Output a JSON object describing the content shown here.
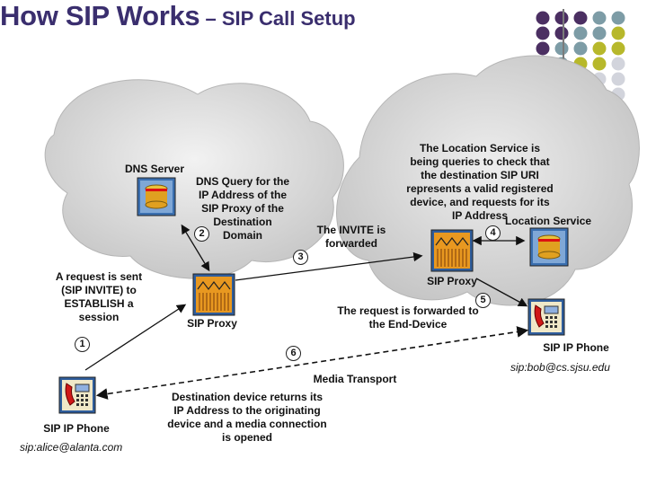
{
  "title": {
    "main": "How SIP Works",
    "sub": " – SIP Call Setup"
  },
  "labels": {
    "dns_server": "DNS Server",
    "dns_query": "DNS Query for the IP Address of the SIP Proxy of the Destination Domain",
    "location_desc": "The Location Service is being queries to check that the destination SIP URI represents a valid registered device, and requests for its IP Address",
    "location_service": "Location Service",
    "invite_forwarded": "The INVITE is forwarded",
    "request_sent": "A request is sent (SIP INVITE) to ESTABLISH a session",
    "sip_proxy_left": "SIP Proxy",
    "sip_proxy_right": "SIP Proxy",
    "forwarded_end": "The request is forwarded to the End-Device",
    "sip_phone_right": "SIP IP Phone",
    "bob_uri": "sip:bob@cs.sjsu.edu",
    "media_transport": "Media Transport",
    "destination_returns": "Destination device returns its IP Address to the originating device and a media connection is opened",
    "sip_phone_left": "SIP IP Phone",
    "alice_uri": "sip:alice@alanta.com"
  },
  "steps": [
    "1",
    "2",
    "3",
    "4",
    "5",
    "6"
  ],
  "colors": {
    "title": "#3a2e6e",
    "purple_dot": "#4b2f62",
    "teal_dot": "#7d9ca6",
    "olive_dot": "#b7b82b",
    "light_dot": "#d2d4dc",
    "cloud": "#d6d6d6"
  }
}
